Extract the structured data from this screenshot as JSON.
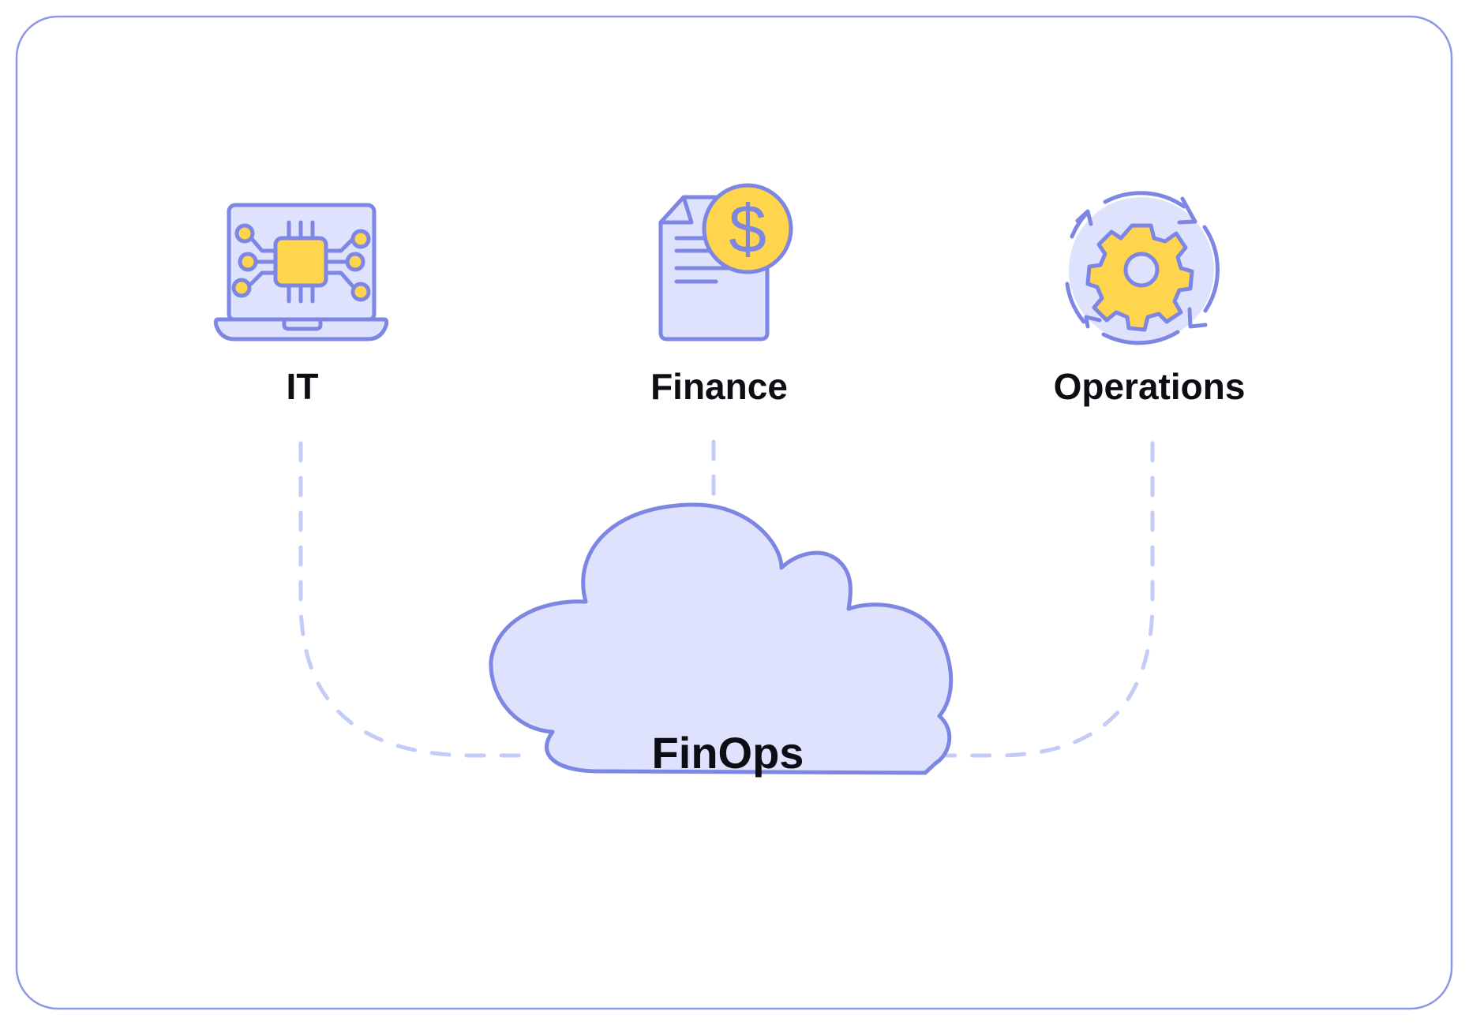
{
  "diagram": {
    "nodes": {
      "it": {
        "label": "IT",
        "icon": "laptop-chip-icon"
      },
      "finance": {
        "label": "Finance",
        "icon": "invoice-dollar-icon"
      },
      "operations": {
        "label": "Operations",
        "icon": "gear-cycle-icon"
      }
    },
    "hub": {
      "label": "FinOps",
      "icon": "cloud-icon"
    },
    "colors": {
      "frame_border": "#8e97e6",
      "icon_stroke": "#7d87e3",
      "icon_fill": "#dee2fd",
      "accent_yellow": "#fed54c",
      "connector": "#c3cbf9",
      "text": "#0d0d14"
    }
  }
}
